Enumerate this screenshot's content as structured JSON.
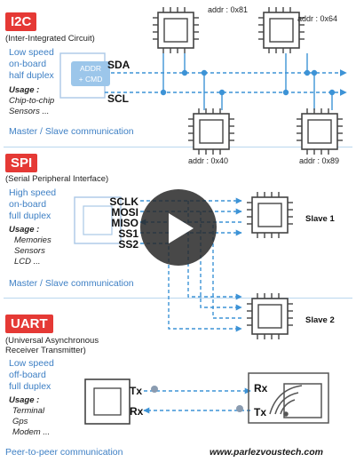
{
  "i2c": {
    "title": "I2C",
    "subtitle": "(Inter-Integrated Circuit)",
    "desc": [
      "Low speed",
      "on-board",
      "half duplex"
    ],
    "usage_label": "Usage :",
    "usage": [
      "Chip-to-chip",
      "Sensors ..."
    ],
    "footer": "Master / Slave communication",
    "addr_block": [
      "ADDR",
      "+ CMD"
    ],
    "signals": [
      "SDA",
      "SCL"
    ],
    "addresses": [
      "addr : 0x81",
      "addr : 0x64",
      "addr : 0x40",
      "addr : 0x89"
    ]
  },
  "spi": {
    "title": "SPI",
    "subtitle": "(Serial Peripheral Interface)",
    "desc": [
      "High speed",
      "on-board",
      "full duplex"
    ],
    "usage_label": "Usage :",
    "usage": [
      "Memories",
      "Sensors",
      "LCD ..."
    ],
    "footer": "Master / Slave communication",
    "signals": [
      "SCLK",
      "MOSI",
      "MISO",
      "SS1",
      "SS2"
    ],
    "slaves": [
      "Slave 1",
      "Slave 2"
    ]
  },
  "uart": {
    "title": "UART",
    "subtitle": [
      "(Universal Asynchronous",
      "Receiver Transmitter)"
    ],
    "desc": [
      "Low speed",
      "off-board",
      "full duplex"
    ],
    "usage_label": "Usage :",
    "usage": [
      "Terminal",
      "Gps",
      "Modem ..."
    ],
    "footer": "Peer-to-peer communication",
    "left_pins": [
      "Tx",
      "Rx"
    ],
    "right_pins": [
      "Rx",
      "Tx"
    ]
  },
  "website": "www.parlezvoustech.com",
  "colors": {
    "accent_red": "#e53935",
    "line_blue": "#3d93d6",
    "text_blue": "#3d7fc4"
  }
}
